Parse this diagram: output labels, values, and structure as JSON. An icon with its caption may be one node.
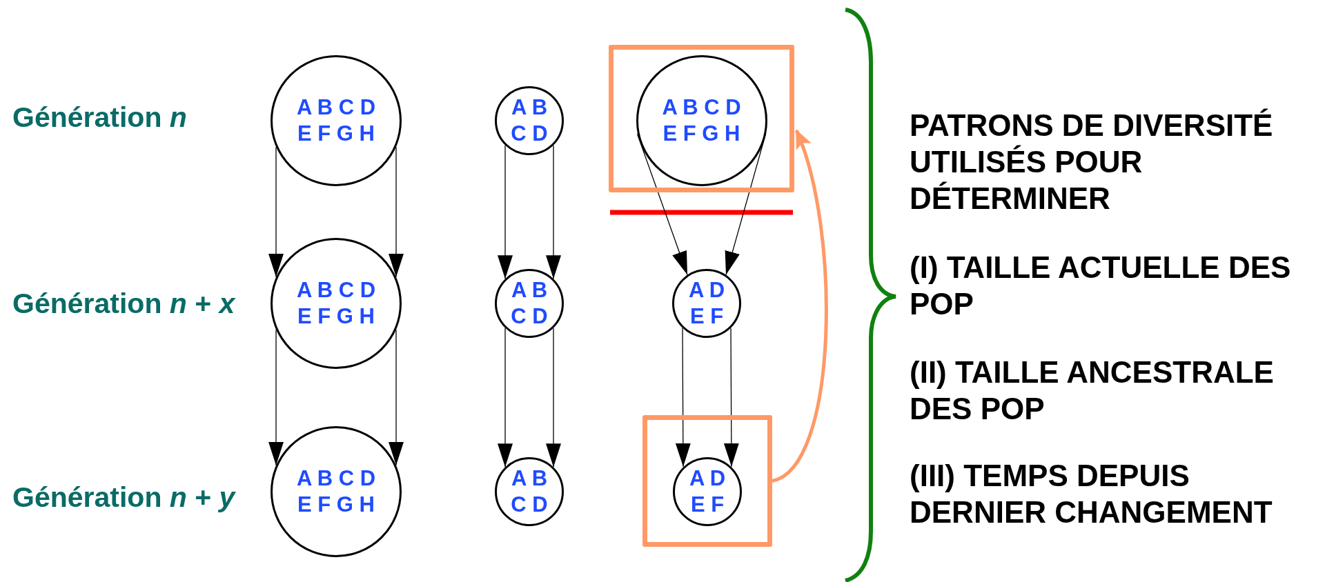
{
  "diagram": {
    "nodes": [
      {
        "text": [
          "A B C D E F G H"
        ]
      },
      {
        "text": [
          "A B C D"
        ]
      },
      {
        "text": [],
        "shape": "box"
      },
      {
        "text": [
          "A B C D E F G H"
        ],
        "in": 2
      },
      {
        "text": [
          "A B C D E F G H"
        ]
      },
      {
        "text": [
          "A B C D"
        ]
      },
      {
        "text": [
          "A D E F"
        ]
      },
      {
        "text": [
          "A B C D E F G H"
        ]
      },
      {
        "text": [
          "A B C D"
        ]
      },
      {
        "text": [],
        "shape": "box"
      },
      {
        "text": [
          "A D E F"
        ],
        "in": 9
      }
    ],
    "edges": [
      {
        "from": 0,
        "to": 4,
        "arrow": "to"
      },
      {
        "from": 0,
        "to": 4,
        "arrow": "to"
      },
      {
        "from": 4,
        "to": 7,
        "arrow": "to"
      },
      {
        "from": 4,
        "to": 7,
        "arrow": "to"
      },
      {
        "from": 1,
        "to": 5,
        "arrow": "to"
      },
      {
        "from": 1,
        "to": 5,
        "arrow": "to"
      },
      {
        "from": 5,
        "to": 8,
        "arrow": "to"
      },
      {
        "from": 5,
        "to": 8,
        "arrow": "to"
      },
      {
        "from": 3,
        "to": 6,
        "arrow": "to"
      },
      {
        "from": 3,
        "to": 6,
        "arrow": "to"
      },
      {
        "from": 6,
        "to": 10,
        "arrow": "to"
      },
      {
        "from": 6,
        "to": 10,
        "arrow": "to"
      },
      {
        "from": 9,
        "to": 2,
        "arrow": "to",
        "style": "thick",
        "color": "#ff9966"
      }
    ],
    "labels": [
      "Génération *n*",
      "Génération *n* + *x*",
      "Génération *n* + *y*",
      "PATRONS DE DIVERSITÉ UTILISÉS POUR DÉTERMINER",
      "(I) TAILLE ACTUELLE DES POP",
      "(II) TAILLE ANCESTRALE DES POP",
      "(III) TEMPS DEPUIS DERNIER CHANGEMENT"
    ]
  }
}
